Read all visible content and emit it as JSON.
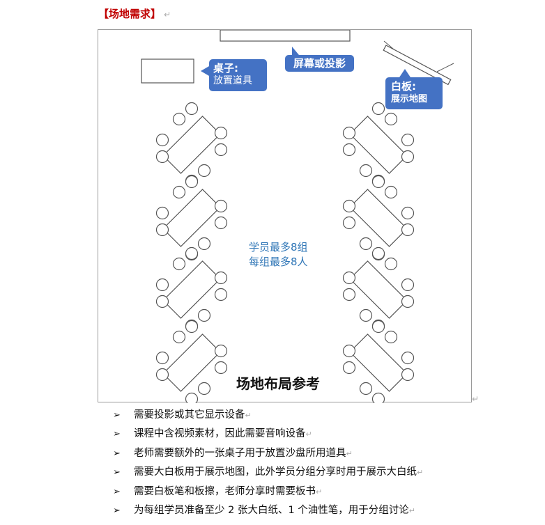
{
  "heading": "【场地需求】",
  "paragraph_mark": "↵",
  "figure": {
    "callouts": {
      "table": {
        "title": "桌子:",
        "subtitle": "放置道具"
      },
      "screen": {
        "title": "屏幕或投影"
      },
      "whiteboard": {
        "title": "白板:",
        "subtitle": "展示地图"
      }
    },
    "center_text": [
      "学员最多8组",
      "每组最多8人"
    ],
    "title": "场地布局参考",
    "groups": 8,
    "seats_per_group": 8
  },
  "requirements": [
    "需要投影或其它显示设备",
    "课程中含视频素材，因此需要音响设备",
    "老师需要额外的一张桌子用于放置沙盘所用道具",
    "需要大白板用于展示地图，此外学员分组分享时用于展示大白纸",
    "需要白板笔和板擦，老师分享时需要板书",
    "为每组学员准备至少 2 张大白纸、1 个油性笔，用于分组讨论"
  ],
  "bullet_symbol": "➢"
}
